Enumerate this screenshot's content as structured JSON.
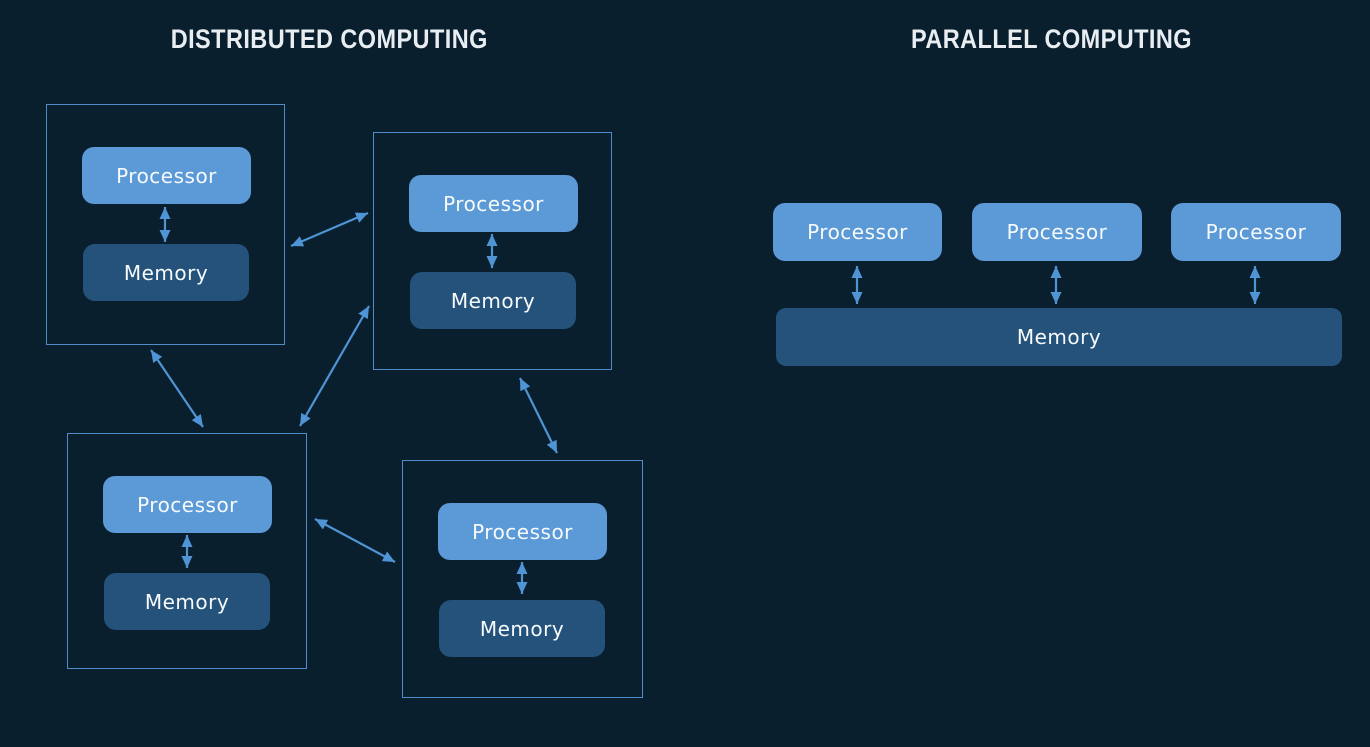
{
  "colors": {
    "background": "#0A1F2E",
    "processor_fill": "#5B9AD6",
    "memory_fill": "#24527A",
    "node_border": "#4F8CC8",
    "arrow": "#4F94D4",
    "title_text": "#E8EDF2",
    "label_text": "#F7FAFC"
  },
  "distributed": {
    "title": "DISTRIBUTED COMPUTING",
    "nodes": [
      {
        "processor_label": "Processor",
        "memory_label": "Memory"
      },
      {
        "processor_label": "Processor",
        "memory_label": "Memory"
      },
      {
        "processor_label": "Processor",
        "memory_label": "Memory"
      },
      {
        "processor_label": "Processor",
        "memory_label": "Memory"
      }
    ],
    "connections": [
      {
        "from": "node-1",
        "to": "node-2",
        "style": "bidirectional"
      },
      {
        "from": "node-1",
        "to": "node-3",
        "style": "bidirectional"
      },
      {
        "from": "node-2",
        "to": "node-3",
        "style": "bidirectional"
      },
      {
        "from": "node-2",
        "to": "node-4",
        "style": "bidirectional"
      },
      {
        "from": "node-3",
        "to": "node-4",
        "style": "bidirectional"
      }
    ]
  },
  "parallel": {
    "title": "PARALLEL COMPUTING",
    "processors": [
      {
        "label": "Processor"
      },
      {
        "label": "Processor"
      },
      {
        "label": "Processor"
      }
    ],
    "memory_label": "Memory",
    "connections": [
      {
        "from": "processor-1",
        "to": "shared-memory",
        "style": "bidirectional"
      },
      {
        "from": "processor-2",
        "to": "shared-memory",
        "style": "bidirectional"
      },
      {
        "from": "processor-3",
        "to": "shared-memory",
        "style": "bidirectional"
      }
    ]
  }
}
